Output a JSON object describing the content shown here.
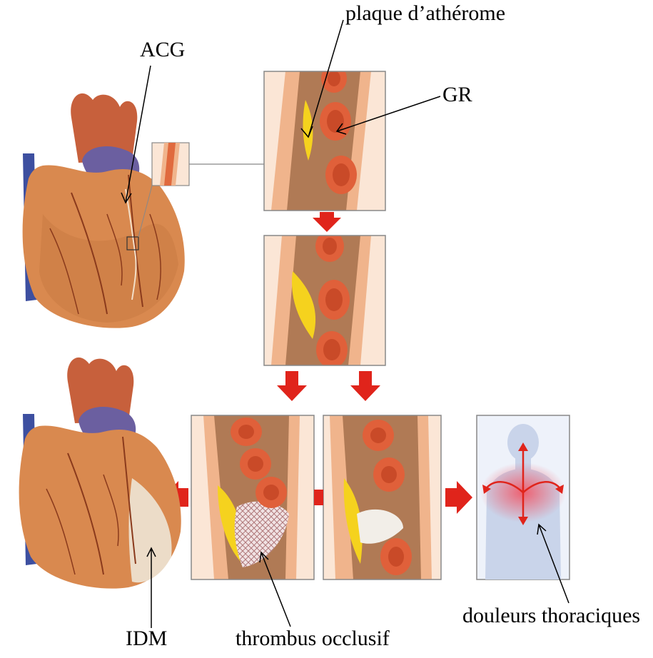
{
  "labels": {
    "plaque": "plaque d’athérome",
    "acg": "ACG",
    "gr": "GR",
    "idm": "IDM",
    "thrombus": "thrombus occlusif",
    "douleurs": "douleurs thoraciques"
  },
  "colors": {
    "vessel_wall": "#f0b48c",
    "vessel_lumen": "#b07a55",
    "red_cell": "#e0603a",
    "red_cell_center": "#c94a28",
    "plaque": "#f5d21e",
    "arrow_red": "#e0241b",
    "heart": "#d9894f",
    "heart_dark": "#b8652e",
    "aorta": "#c7603c",
    "vein_blue": "#3d4fa0",
    "vein_purple": "#6b5fa0",
    "body_blue": "#c9d4ea",
    "pain_red": "#f05a6a"
  }
}
